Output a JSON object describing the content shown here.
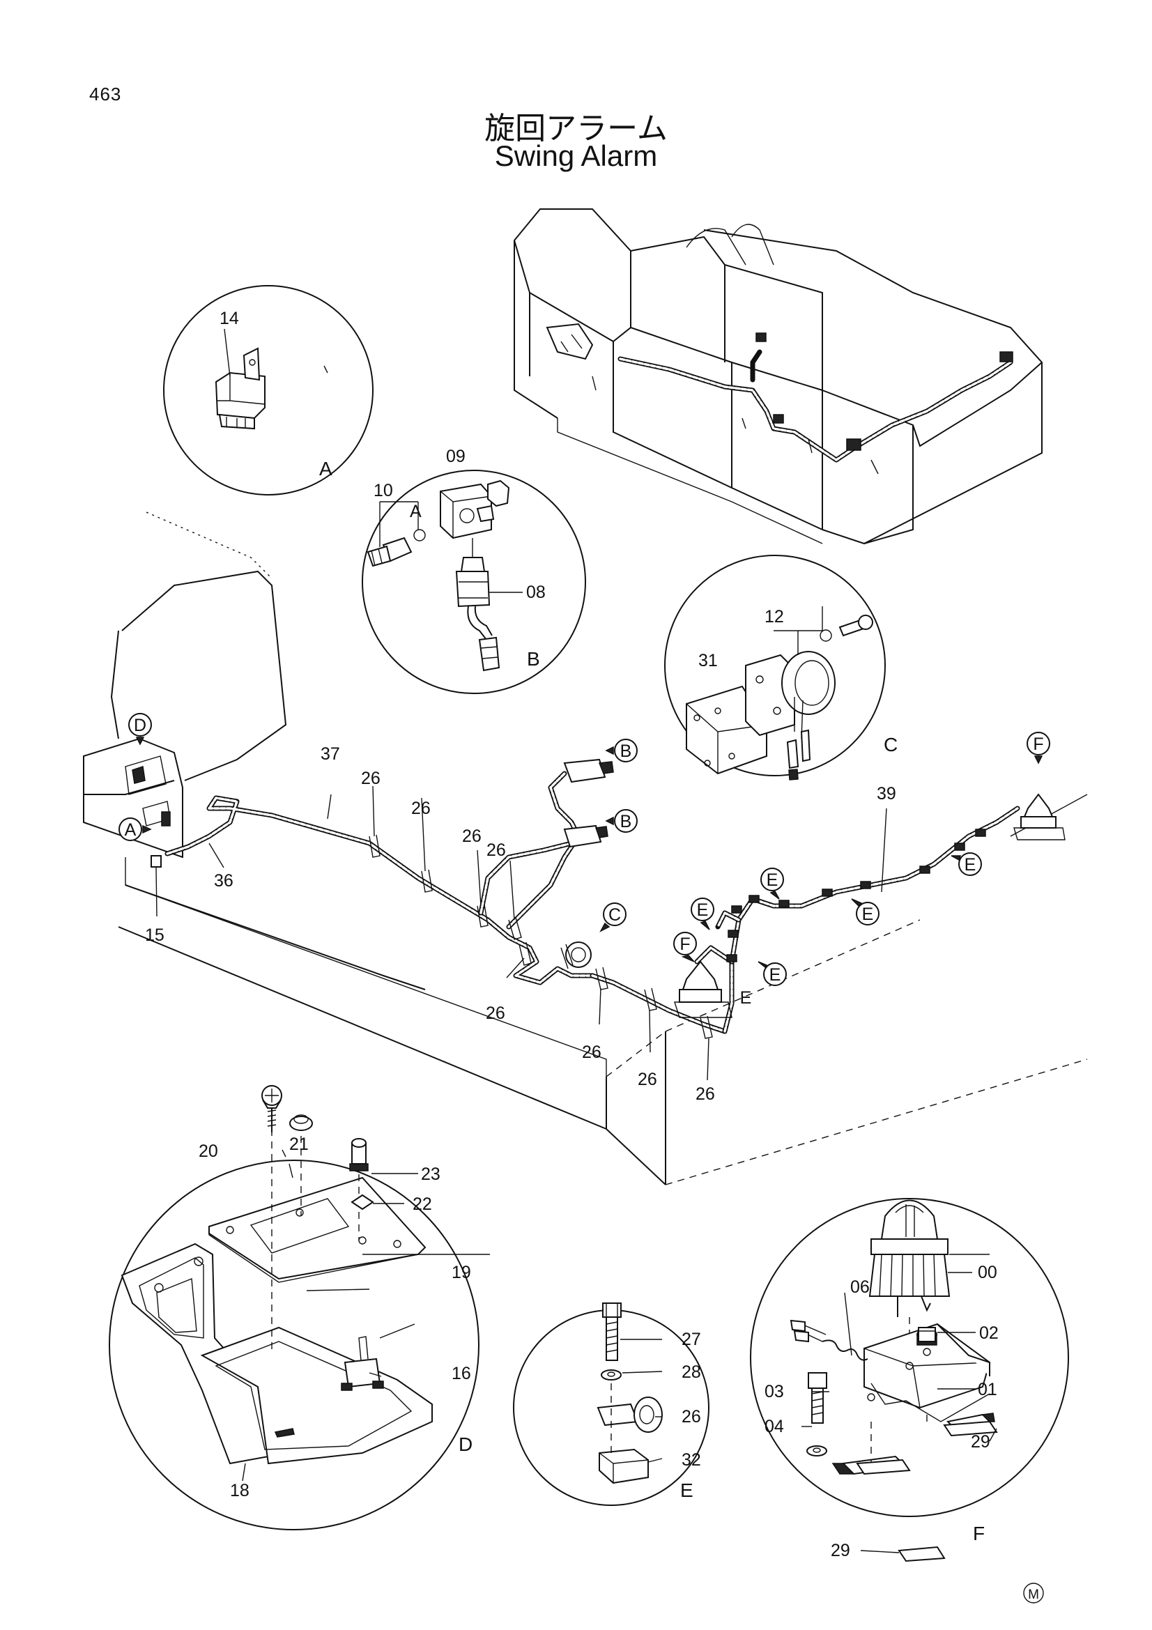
{
  "page_number": "463",
  "title_jp": "旋回アラーム",
  "title_en": "Swing Alarm",
  "detail_labels": {
    "A": "A",
    "B": "B",
    "C": "C",
    "D": "D",
    "E": "E",
    "F": "F"
  },
  "callouts": {
    "A": "A",
    "B1": "B",
    "B2": "B",
    "C": "C",
    "D": "D",
    "F1": "F",
    "F2": "F",
    "E1": "E",
    "E2": "E",
    "E3": "E",
    "E4": "E",
    "E5": "E",
    "E6": "E"
  },
  "parts": {
    "p14": "14",
    "p09": "09",
    "p10": "10",
    "pA": "A",
    "p08": "08",
    "p12": "12",
    "p31": "31",
    "p37": "37",
    "p26a": "26",
    "p26b": "26",
    "p26c": "26",
    "p26d": "26",
    "p26e": "26",
    "p26f": "26",
    "p26g": "26",
    "p26h": "26",
    "p36": "36",
    "p15": "15",
    "p39": "39",
    "p20": "20",
    "p21": "21",
    "p23": "23",
    "p22": "22",
    "p19": "19",
    "p16": "16",
    "p18": "18",
    "p27": "27",
    "p28": "28",
    "p26e2": "26",
    "p32": "32",
    "p00": "00",
    "p06": "06",
    "p02": "02",
    "p03": "03",
    "p01": "01",
    "p04": "04",
    "p29a": "29",
    "p29b": "29"
  },
  "mark": "M"
}
